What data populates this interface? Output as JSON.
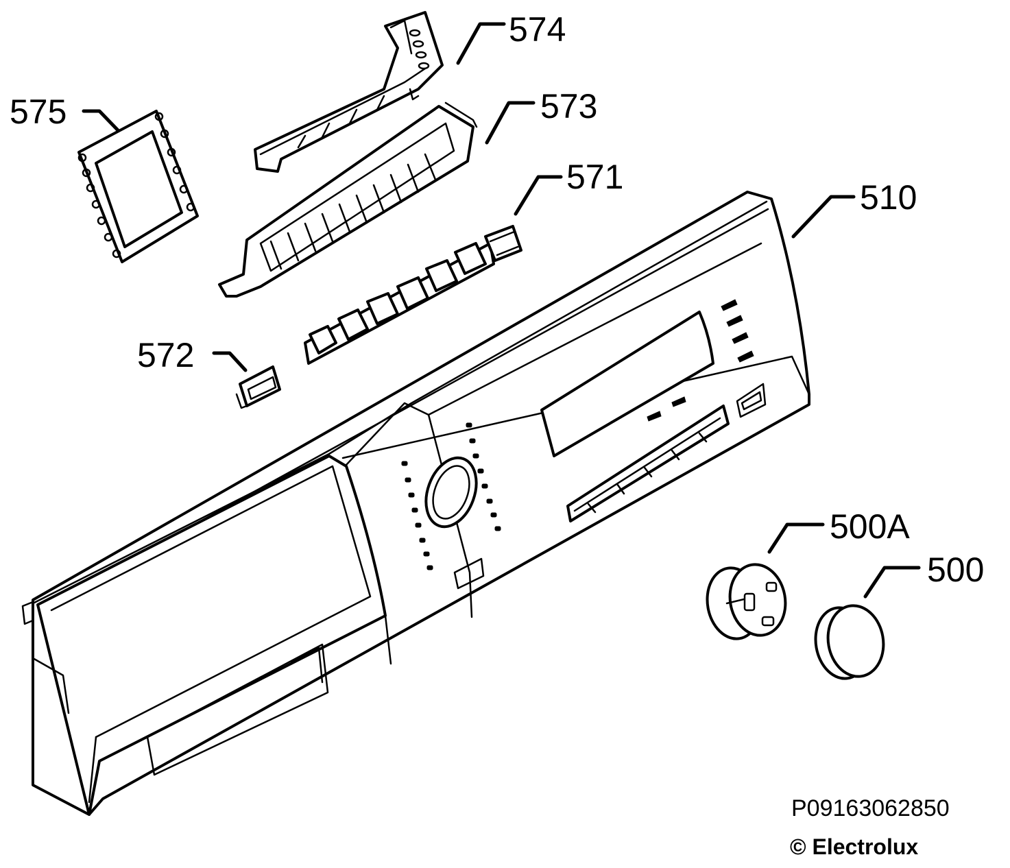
{
  "callouts": {
    "c574": "574",
    "c575": "575",
    "c573": "573",
    "c571": "571",
    "c510": "510",
    "c572": "572",
    "c500a": "500A",
    "c500": "500"
  },
  "footer": {
    "part_code": "P09163062850",
    "copyright": "© Electrolux"
  }
}
